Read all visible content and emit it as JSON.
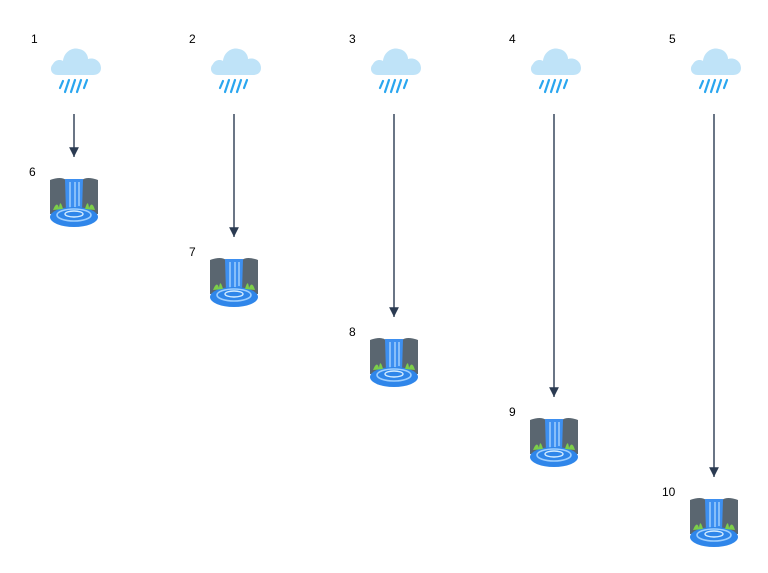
{
  "colors": {
    "cloud": "#bfe3f8",
    "rain": "#2aa6ef",
    "arrow": "#2b3b52",
    "waterfall_rock": "#5a6670",
    "waterfall_water": "#3d8ff0",
    "waterfall_grass": "#7ccf49"
  },
  "icons": {
    "cloud": "rain-cloud-icon",
    "waterfall": "waterfall-icon"
  },
  "columns": [
    {
      "cloud_label": "1",
      "waterfall_label": "6"
    },
    {
      "cloud_label": "2",
      "waterfall_label": "7"
    },
    {
      "cloud_label": "3",
      "waterfall_label": "8"
    },
    {
      "cloud_label": "4",
      "waterfall_label": "9"
    },
    {
      "cloud_label": "5",
      "waterfall_label": "10"
    }
  ]
}
